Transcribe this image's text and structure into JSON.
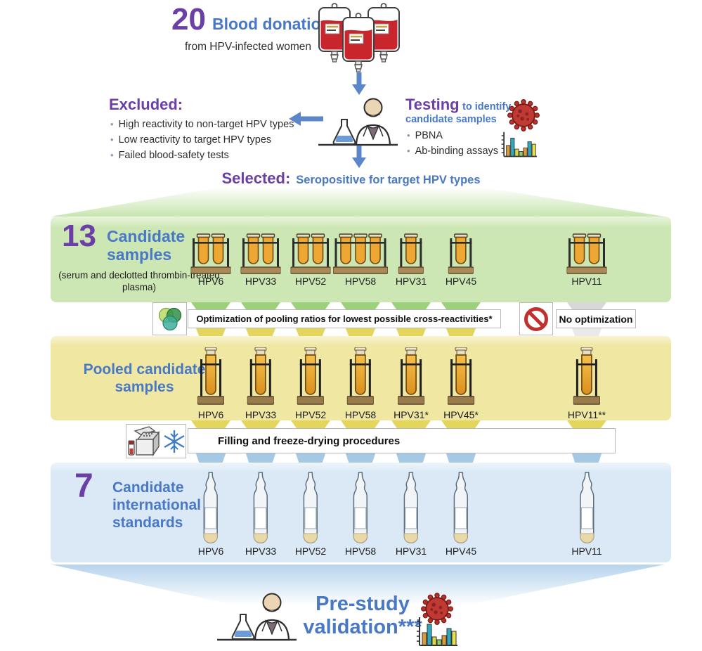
{
  "colors": {
    "purple": "#6b3fa5",
    "blue": "#4878c6",
    "dark_text": "#2e2e2e",
    "band_green": "#cde7b4",
    "band_yellow": "#f0e7a3",
    "band_blue": "#dbe9f6",
    "stream_green": "#9cd07a",
    "stream_yellow": "#e4d55c",
    "stream_blue": "#a5c8e5",
    "stream_gray": "#d8d8d8",
    "stream_gray_light": "#e9e9e9",
    "arrow_blue": "#5b87ca",
    "virus_red": "#c03a33",
    "tube_orange": "#efa733"
  },
  "header": {
    "count": "20",
    "title": "Blood donations",
    "subtitle": "from HPV-infected women"
  },
  "excluded": {
    "title": "Excluded:",
    "items": [
      "High reactivity to non-target HPV types",
      "Low reactivity to target HPV types",
      "Failed blood-safety tests"
    ]
  },
  "testing": {
    "title": "Testing",
    "title_rest": "to identify",
    "subtitle": "candidate samples",
    "items": [
      "PBNA",
      "Ab-binding assays"
    ]
  },
  "selected": {
    "label": "Selected:",
    "text": "Seropositive for target HPV types"
  },
  "candidate_samples": {
    "count": "13",
    "title": "Candidate samples",
    "note": "(serum and declotted thrombin-treated plasma)",
    "samples": [
      {
        "label": "HPV6",
        "tubes": 2
      },
      {
        "label": "HPV33",
        "tubes": 2
      },
      {
        "label": "HPV52",
        "tubes": 2
      },
      {
        "label": "HPV58",
        "tubes": 3
      },
      {
        "label": "HPV31",
        "tubes": 1
      },
      {
        "label": "HPV45",
        "tubes": 1
      },
      {
        "label": "HPV11",
        "tubes": 2
      }
    ]
  },
  "optimization": {
    "text": "Optimization of pooling ratios for lowest possible cross-reactivities*",
    "no_optimization": "No optimization"
  },
  "pooled_samples": {
    "title": "Pooled candidate samples",
    "samples": [
      "HPV6",
      "HPV33",
      "HPV52",
      "HPV58",
      "HPV31*",
      "HPV45*",
      "HPV11**"
    ]
  },
  "filling": {
    "text": "Filling and freeze-drying procedures"
  },
  "standards": {
    "count": "7",
    "title": "Candidate international standards",
    "samples": [
      "HPV6",
      "HPV33",
      "HPV52",
      "HPV58",
      "HPV31",
      "HPV45",
      "HPV11"
    ]
  },
  "validation": {
    "line1": "Pre-study",
    "line2": "validation***"
  }
}
